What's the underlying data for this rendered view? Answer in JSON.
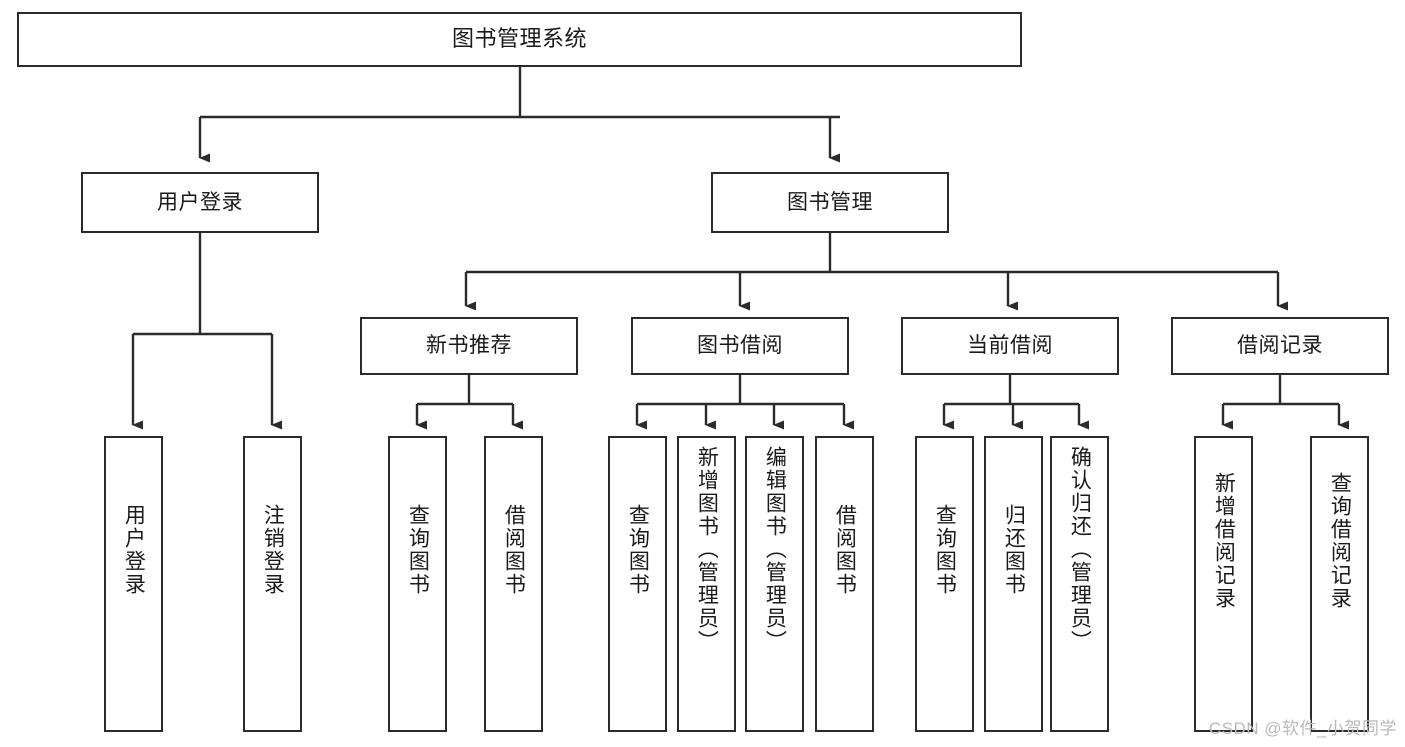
{
  "diagram": {
    "title": "图书管理系统",
    "type": "functional-structure-tree",
    "watermark": "CSDN @软件_小贺同学",
    "colors": {
      "stroke": "#2b2b2b",
      "fill": "#ffffff",
      "text": "#1a1a1a",
      "watermark": "#b9b9b9"
    },
    "nodes": {
      "root": {
        "label": "图书管理系统"
      },
      "level1": [
        {
          "label": "用户登录"
        },
        {
          "label": "图书管理"
        }
      ],
      "level2": [
        {
          "label": "新书推荐"
        },
        {
          "label": "图书借阅"
        },
        {
          "label": "当前借阅"
        },
        {
          "label": "借阅记录"
        }
      ],
      "leaves": {
        "user_login": [
          {
            "label": "用户登录"
          },
          {
            "label": "注销登录"
          }
        ],
        "new_book_recommend": [
          {
            "label": "查询图书"
          },
          {
            "label": "借阅图书"
          }
        ],
        "book_borrow": [
          {
            "label": "查询图书"
          },
          {
            "label": "新增图书（管理员）"
          },
          {
            "label": "编辑图书（管理员）"
          },
          {
            "label": "借阅图书"
          }
        ],
        "current_borrow": [
          {
            "label": "查询图书"
          },
          {
            "label": "归还图书"
          },
          {
            "label": "确认归还（管理员）"
          }
        ],
        "borrow_record": [
          {
            "label": "新增借阅记录"
          },
          {
            "label": "查询借阅记录"
          }
        ]
      }
    }
  }
}
